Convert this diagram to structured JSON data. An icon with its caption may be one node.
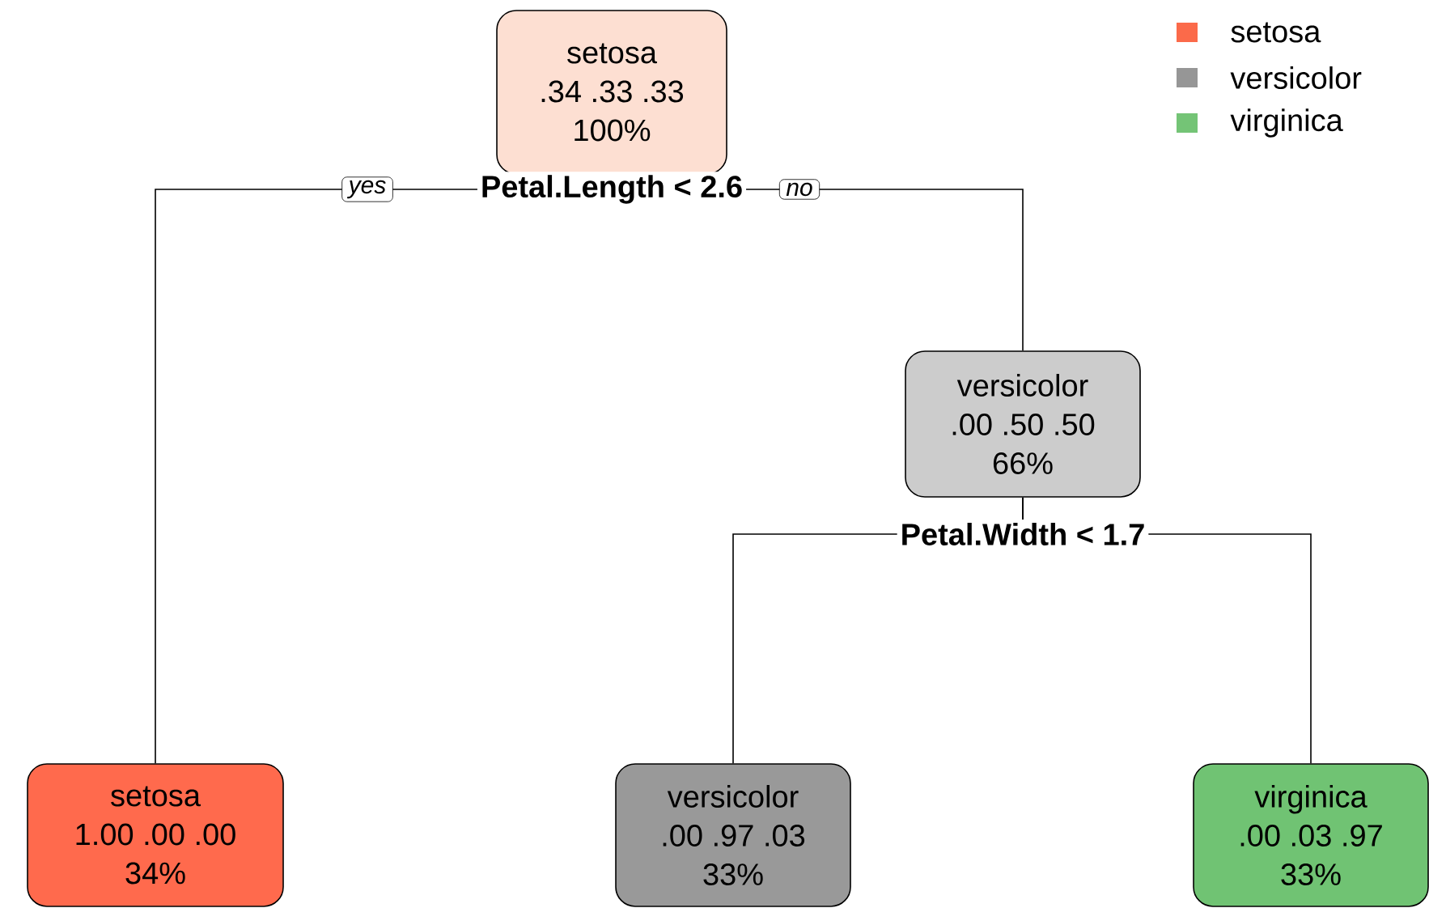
{
  "diagram": {
    "nodes": [
      {
        "text": [
          "setosa",
          ".34  .33  .33",
          "100%"
        ],
        "beside": [
          "Petal.Length < 2.6"
        ]
      },
      {
        "text": [
          "setosa",
          "1.00  .00  .00",
          "34%"
        ]
      },
      {
        "text": [
          "versicolor",
          ".00  .50  .50",
          "66%"
        ],
        "beside": [
          "Petal.Width < 1.7"
        ]
      },
      {
        "text": [
          "versicolor",
          ".00  .97  .03",
          "33%"
        ]
      },
      {
        "text": [
          "virginica",
          ".00  .03  .97",
          "33%"
        ]
      }
    ],
    "edges": [
      {
        "from": 0,
        "to": 1,
        "arrow": "none",
        "label": "yes"
      },
      {
        "from": 0,
        "to": 2,
        "arrow": "none",
        "label": "no"
      },
      {
        "from": 2,
        "to": 3,
        "arrow": "none"
      },
      {
        "from": 2,
        "to": 4,
        "arrow": "none"
      }
    ],
    "legend": [
      {
        "text": "setosa",
        "color": "#fb6a4a"
      },
      {
        "text": "versicolor",
        "color": "#969696"
      },
      {
        "text": "virginica",
        "color": "#74c476"
      }
    ]
  }
}
